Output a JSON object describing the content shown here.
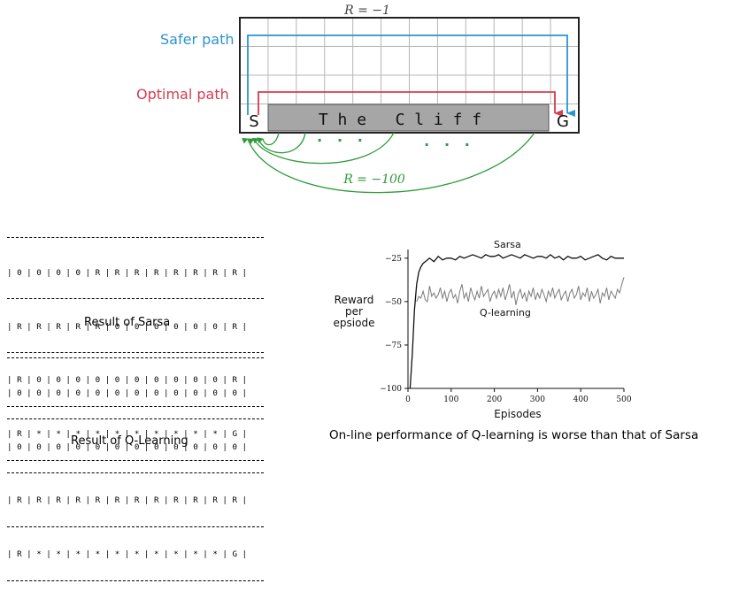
{
  "cliff_diagram": {
    "reward_top": "R = −1",
    "safer_path_label": "Safer path",
    "optimal_path_label": "Optimal path",
    "start_label": "S",
    "goal_label": "G",
    "cliff_label": "T h e   C l i f f",
    "reward_cliff": "R = −100",
    "dots_left": "·   ·   ·",
    "dots_right": "·   ·   ·",
    "colors": {
      "safer": "#2a94d0",
      "optimal": "#d93a50",
      "fall": "#2f9a3a",
      "cliff": "#a6a6a6"
    }
  },
  "sarsa_table": {
    "rows": [
      "| 0 | 0 | 0 | 0 | R | R | R | R | R | R | R | R |",
      "| R | R | R | R | R | 0 | 0 | 0 | 0 | 0 | 0 | R |",
      "| R | 0 | 0 | 0 | 0 | 0 | 0 | 0 | 0 | 0 | 0 | R |",
      "| R | * | * | * | * | * | * | * | * | * | * | G |"
    ],
    "caption": "Result of Sarsa"
  },
  "qlearning_table": {
    "rows": [
      "| 0 | 0 | 0 | 0 | 0 | 0 | 0 | 0 | 0 | 0 | 0 | 0 |",
      "| 0 | 0 | 0 | 0 | 0 | 0 | 0 | 0 | 0 | 0 | 0 | 0 |",
      "| R | R | R | R | R | R | R | R | R | R | R | R |",
      "| R | * | * | * | * | * | * | * | * | * | * | G |"
    ],
    "caption": "Result of Q-Learning"
  },
  "chart_data": {
    "type": "line",
    "xlabel": "Episodes",
    "ylabel_lines": [
      "Reward",
      "per",
      "epsiode"
    ],
    "xlim": [
      0,
      500
    ],
    "ylim": [
      -100,
      -20
    ],
    "xticks": [
      0,
      100,
      200,
      300,
      400,
      500
    ],
    "yticks": [
      -25,
      -50,
      -75,
      -100
    ],
    "ytick_labels": [
      "−25",
      "−50",
      "−75",
      "−100"
    ],
    "series": [
      {
        "name": "Sarsa",
        "color": "#111111",
        "x": [
          5,
          10,
          15,
          20,
          25,
          30,
          35,
          40,
          45,
          50,
          60,
          70,
          80,
          90,
          100,
          110,
          120,
          130,
          140,
          150,
          160,
          170,
          180,
          190,
          200,
          210,
          220,
          230,
          240,
          250,
          260,
          270,
          280,
          290,
          300,
          310,
          320,
          330,
          340,
          350,
          360,
          370,
          380,
          390,
          400,
          410,
          420,
          430,
          440,
          450,
          460,
          470,
          480,
          490,
          500
        ],
        "y": [
          -100,
          -80,
          -55,
          -40,
          -33,
          -30,
          -28,
          -27,
          -26,
          -25,
          -27,
          -24,
          -26,
          -25,
          -25,
          -26,
          -24,
          -25,
          -24,
          -23,
          -24,
          -25,
          -23,
          -24,
          -24,
          -23,
          -25,
          -24,
          -23,
          -24,
          -25,
          -23,
          -24,
          -25,
          -24,
          -24,
          -25,
          -23,
          -25,
          -24,
          -26,
          -24,
          -25,
          -25,
          -24,
          -26,
          -25,
          -24,
          -23,
          -25,
          -26,
          -24,
          -25,
          -25,
          -25
        ]
      },
      {
        "name": "Q-learning",
        "color": "#7a7a7a",
        "x": [
          20,
          25,
          30,
          35,
          40,
          45,
          50,
          55,
          60,
          65,
          70,
          75,
          80,
          85,
          90,
          95,
          100,
          105,
          110,
          115,
          120,
          125,
          130,
          135,
          140,
          145,
          150,
          155,
          160,
          165,
          170,
          175,
          180,
          185,
          190,
          195,
          200,
          205,
          210,
          215,
          220,
          225,
          230,
          235,
          240,
          245,
          250,
          255,
          260,
          265,
          270,
          275,
          280,
          285,
          290,
          295,
          300,
          305,
          310,
          315,
          320,
          325,
          330,
          335,
          340,
          345,
          350,
          355,
          360,
          365,
          370,
          375,
          380,
          385,
          390,
          395,
          400,
          405,
          410,
          415,
          420,
          425,
          430,
          435,
          440,
          445,
          450,
          455,
          460,
          465,
          470,
          475,
          480,
          485,
          490,
          495,
          500
        ],
        "y": [
          -50,
          -47,
          -48,
          -44,
          -49,
          -50,
          -41,
          -47,
          -45,
          -48,
          -46,
          -42,
          -48,
          -44,
          -50,
          -45,
          -43,
          -48,
          -46,
          -51,
          -44,
          -40,
          -48,
          -45,
          -50,
          -42,
          -46,
          -49,
          -44,
          -48,
          -41,
          -47,
          -45,
          -43,
          -50,
          -46,
          -44,
          -48,
          -43,
          -47,
          -42,
          -49,
          -45,
          -40,
          -48,
          -44,
          -52,
          -46,
          -43,
          -48,
          -45,
          -50,
          -44,
          -47,
          -42,
          -49,
          -45,
          -48,
          -43,
          -46,
          -50,
          -44,
          -47,
          -42,
          -48,
          -45,
          -43,
          -49,
          -46,
          -44,
          -50,
          -45,
          -43,
          -48,
          -46,
          -41,
          -49,
          -45,
          -47,
          -42,
          -50,
          -44,
          -48,
          -46,
          -43,
          -51,
          -45,
          -47,
          -42,
          -49,
          -44,
          -46,
          -48,
          -43,
          -45,
          -40,
          -36
        ]
      }
    ]
  },
  "chart_caption": "On-line performance of Q-learning is worse than that of Sarsa"
}
